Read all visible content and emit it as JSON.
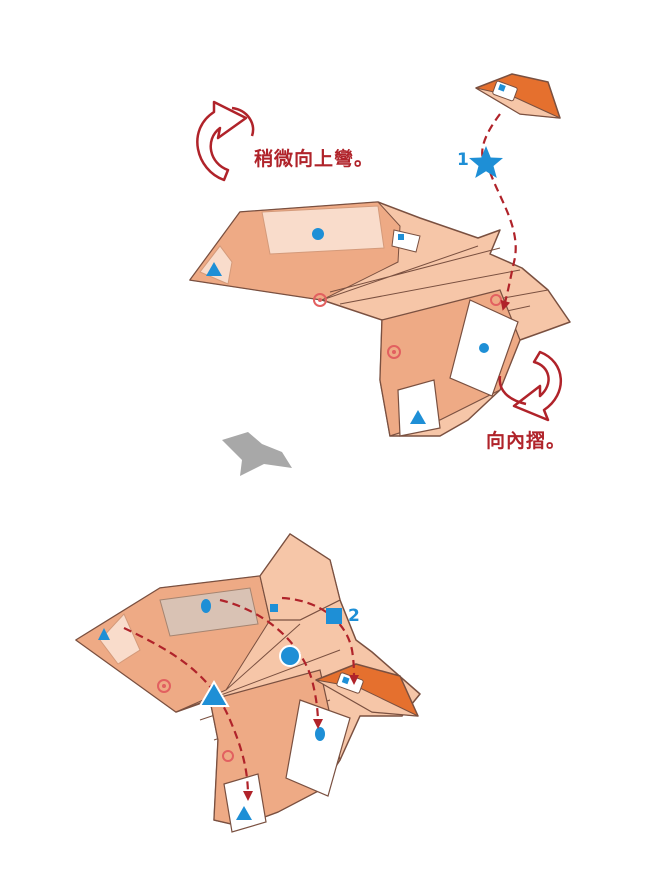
{
  "annotations": {
    "bend_up": "稍微向上彎。",
    "fold_in": "向內摺。"
  },
  "steps": {
    "star_number": "1",
    "square_number": "2"
  },
  "colors": {
    "paper_light": "#f6c6a8",
    "paper_mid": "#eeaa85",
    "paper_dark": "#e29468",
    "paper_inner": "#f9dccb",
    "edge": "#7a5040",
    "arrow_red": "#b0232a",
    "marker_blue": "#1e8fd6",
    "accent_orange": "#e5702e",
    "grey_arrow": "#a8a8a8"
  },
  "icons": [
    "star-icon",
    "square-icon",
    "circle-icon",
    "triangle-icon",
    "target-icon",
    "curved-arrow-icon"
  ]
}
